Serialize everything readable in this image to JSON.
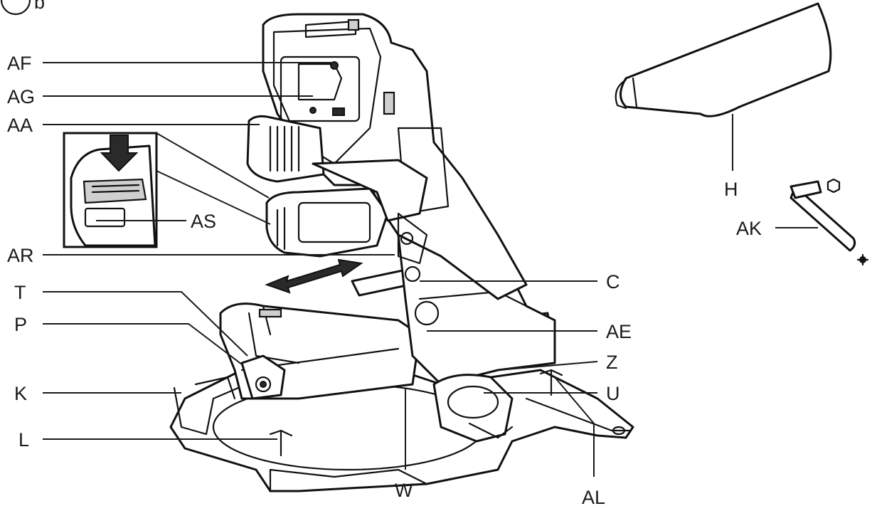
{
  "figure": {
    "step_marker": "b"
  },
  "colors": {
    "ink": "#1a1a1a",
    "shade": "#cfcfcf",
    "background": "#ffffff"
  },
  "callouts": {
    "AF": "AF",
    "AG": "AG",
    "AA": "AA",
    "AS": "AS",
    "AR": "AR",
    "T": "T",
    "P": "P",
    "K": "K",
    "L": "L",
    "W": "W",
    "C": "C",
    "AE": "AE",
    "Z": "Z",
    "U": "U",
    "AL": "AL",
    "H": "H",
    "AK": "AK"
  }
}
